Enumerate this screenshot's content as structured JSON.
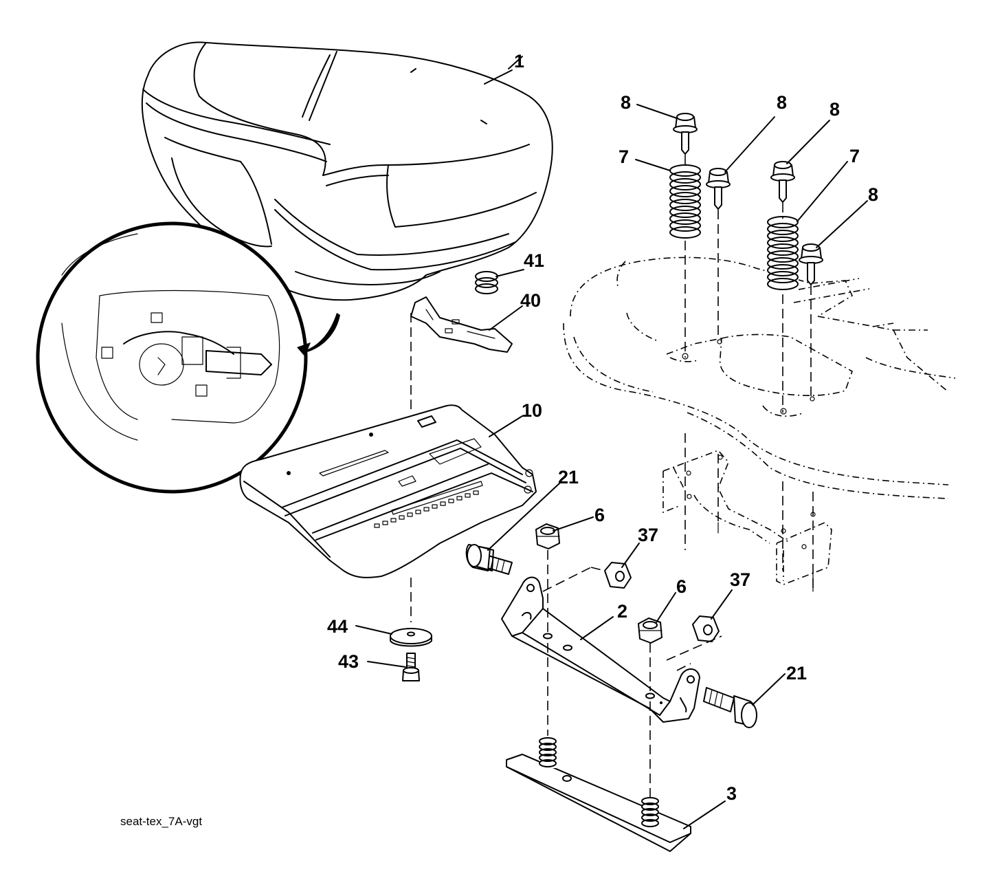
{
  "callouts": [
    {
      "id": "c1",
      "label": "1"
    },
    {
      "id": "c8a",
      "label": "8"
    },
    {
      "id": "c8b",
      "label": "8"
    },
    {
      "id": "c8c",
      "label": "8"
    },
    {
      "id": "c8d",
      "label": "8"
    },
    {
      "id": "c7a",
      "label": "7"
    },
    {
      "id": "c7b",
      "label": "7"
    },
    {
      "id": "c41",
      "label": "41"
    },
    {
      "id": "c40",
      "label": "40"
    },
    {
      "id": "c10",
      "label": "10"
    },
    {
      "id": "c21a",
      "label": "21"
    },
    {
      "id": "c21b",
      "label": "21"
    },
    {
      "id": "c6a",
      "label": "6"
    },
    {
      "id": "c6b",
      "label": "6"
    },
    {
      "id": "c37a",
      "label": "37"
    },
    {
      "id": "c37b",
      "label": "37"
    },
    {
      "id": "c2",
      "label": "2"
    },
    {
      "id": "c44",
      "label": "44"
    },
    {
      "id": "c43",
      "label": "43"
    },
    {
      "id": "c3",
      "label": "3"
    }
  ],
  "caption": "seat-tex_7A-vgt"
}
